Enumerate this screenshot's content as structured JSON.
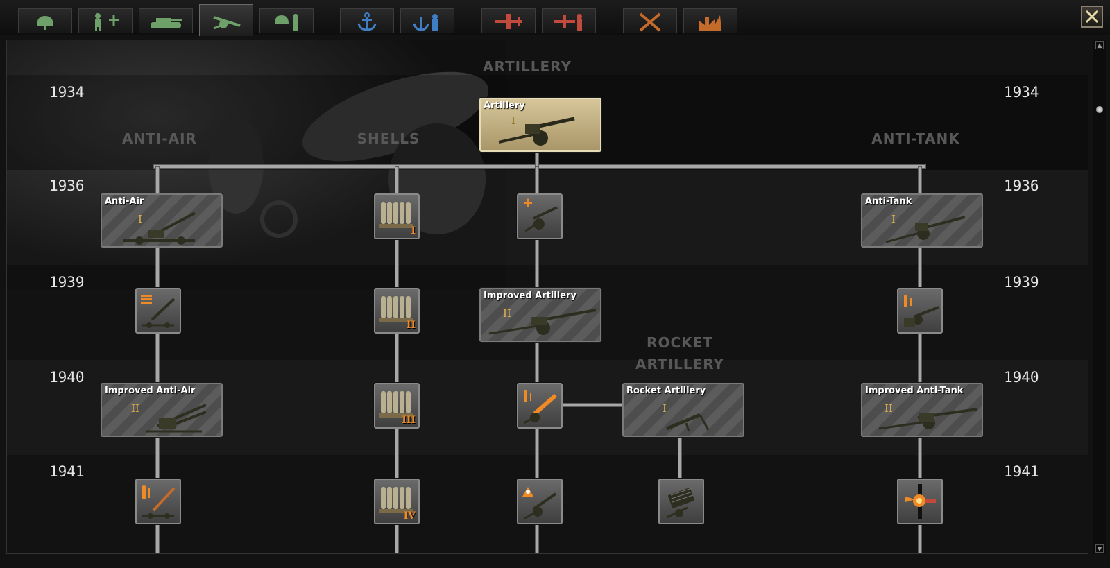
{
  "tabs": [
    {
      "name": "infantry-tab",
      "icon": "helmet-icon",
      "active": false
    },
    {
      "name": "support-tab",
      "icon": "soldier-plus-icon",
      "active": false
    },
    {
      "name": "armor-tab",
      "icon": "tank-icon",
      "active": false
    },
    {
      "name": "artillery-tab",
      "icon": "cannon-icon",
      "active": true
    },
    {
      "name": "land-doctrine-tab",
      "icon": "officer-icon",
      "active": false
    },
    {
      "name": "naval-tab",
      "icon": "anchor-icon",
      "active": false
    },
    {
      "name": "naval-doctrine-tab",
      "icon": "anchor-officer-icon",
      "active": false
    },
    {
      "name": "air-tab",
      "icon": "plane-icon",
      "active": false
    },
    {
      "name": "air-doctrine-tab",
      "icon": "plane-officer-icon",
      "active": false
    },
    {
      "name": "engineering-tab",
      "icon": "tools-icon",
      "active": false
    },
    {
      "name": "industry-tab",
      "icon": "factory-icon",
      "active": false
    }
  ],
  "colors": {
    "infantry": "#6ea06a",
    "naval": "#3f7ec4",
    "air": "#c24a3c",
    "industry": "#c46a2a",
    "gold": "#e0b050",
    "numeral": "#f08a24"
  },
  "tree": {
    "title": "ARTILLERY",
    "categories": {
      "anti_air": "ANTI-AIR",
      "shells": "SHELLS",
      "anti_tank": "ANTI-TANK",
      "rocket_l1": "ROCKET",
      "rocket_l2": "ARTILLERY"
    },
    "years": [
      "1934",
      "1936",
      "1939",
      "1940",
      "1941"
    ],
    "cards": {
      "artillery": {
        "title": "Artillery",
        "tier": "I"
      },
      "anti_air": {
        "title": "Anti-Air",
        "tier": "I"
      },
      "anti_tank": {
        "title": "Anti-Tank",
        "tier": "I"
      },
      "improved_artillery": {
        "title": "Improved Artillery",
        "tier": "II"
      },
      "improved_anti_air": {
        "title": "Improved Anti-Air",
        "tier": "II"
      },
      "rocket_artillery": {
        "title": "Rocket Artillery",
        "tier": "I"
      },
      "improved_anti_tank": {
        "title": "Improved Anti-Tank",
        "tier": "II"
      }
    },
    "shells": [
      "I",
      "II",
      "III",
      "IV"
    ]
  },
  "close_icon": "close-icon"
}
